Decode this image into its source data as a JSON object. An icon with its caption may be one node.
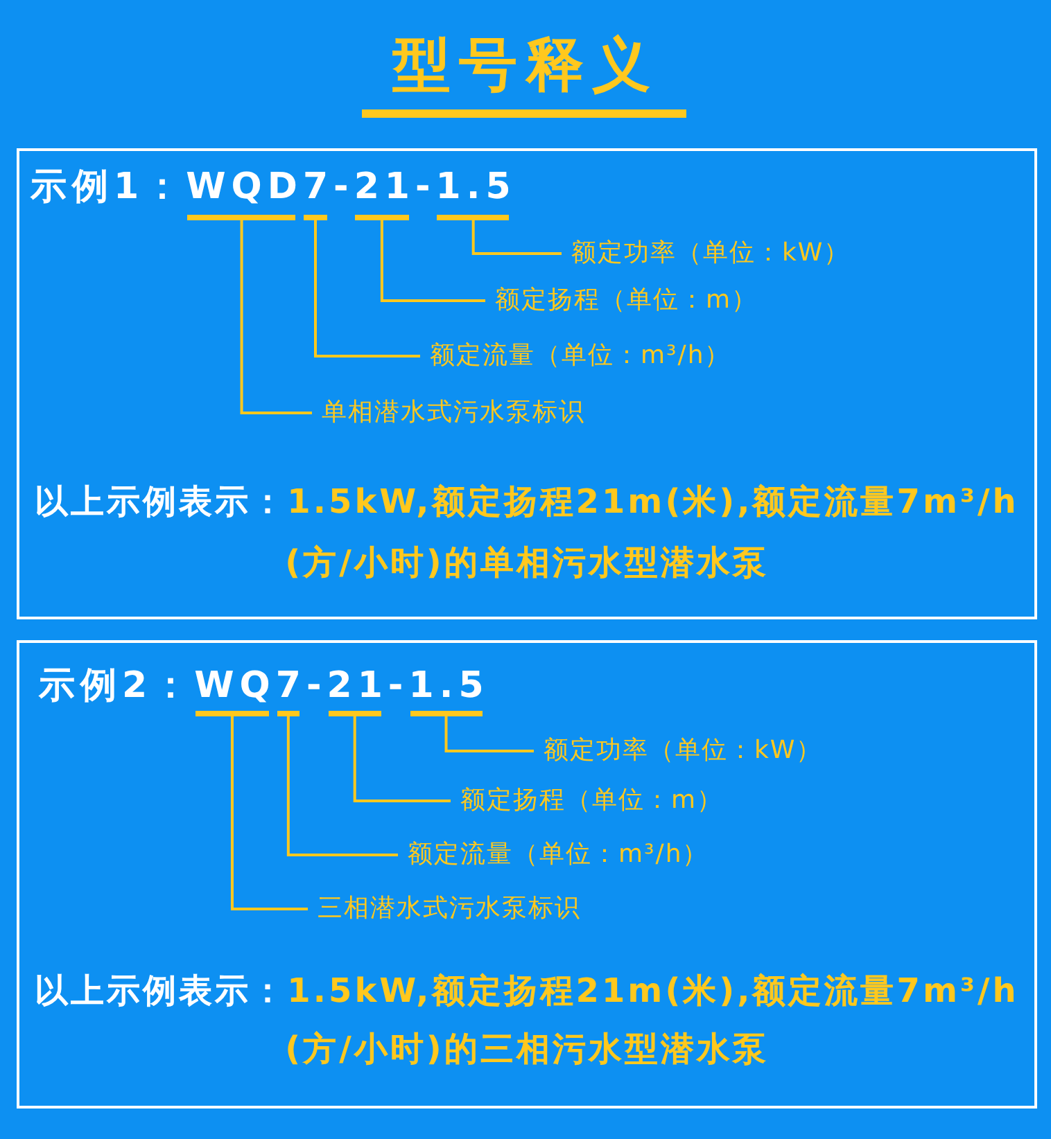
{
  "diagram": {
    "title": "型号释义",
    "nodes": [
      {
        "text": [
          "示例1：WQD7-21-1.5",
          "以上示例表示：",
          "1.5kW,额定扬程21m(米),额定流量7m³/h(方/小时)的单相污水型潜水泵"
        ]
      },
      {
        "text": [],
        "shape": "bar",
        "in": 0
      },
      {
        "text": [],
        "shape": "bar",
        "in": 0
      },
      {
        "text": [],
        "shape": "bar",
        "in": 0
      },
      {
        "text": [],
        "shape": "bar",
        "in": 0
      },
      {
        "text": [
          "额定功率（单位：kW）"
        ],
        "in": 0
      },
      {
        "text": [
          "额定扬程（单位：m）"
        ],
        "in": 0
      },
      {
        "text": [
          "额定流量（单位：m³/h）"
        ],
        "in": 0
      },
      {
        "text": [
          "单相潜水式污水泵标识"
        ],
        "in": 0
      },
      {
        "text": [
          "示例2：WQ7-21-1.5",
          "以上示例表示：",
          "1.5kW,额定扬程21m(米),额定流量7m³/h(方/小时)的三相污水型潜水泵"
        ]
      },
      {
        "text": [],
        "shape": "bar",
        "in": 9
      },
      {
        "text": [],
        "shape": "bar",
        "in": 9
      },
      {
        "text": [],
        "shape": "bar",
        "in": 9
      },
      {
        "text": [],
        "shape": "bar",
        "in": 9
      },
      {
        "text": [
          "额定功率（单位：kW）"
        ],
        "in": 9
      },
      {
        "text": [
          "额定扬程（单位：m）"
        ],
        "in": 9
      },
      {
        "text": [
          "额定流量（单位：m³/h）"
        ],
        "in": 9
      },
      {
        "text": [
          "三相潜水式污水泵标识"
        ],
        "in": 9
      }
    ],
    "edges": [
      {
        "from": 5,
        "to": 4,
        "arrow": "none"
      },
      {
        "from": 6,
        "to": 3,
        "arrow": "none"
      },
      {
        "from": 7,
        "to": 2,
        "arrow": "none"
      },
      {
        "from": 8,
        "to": 1,
        "arrow": "none"
      },
      {
        "from": 14,
        "to": 13,
        "arrow": "none"
      },
      {
        "from": 15,
        "to": 12,
        "arrow": "none"
      },
      {
        "from": 16,
        "to": 11,
        "arrow": "none"
      },
      {
        "from": 17,
        "to": 10,
        "arrow": "none"
      }
    ]
  }
}
